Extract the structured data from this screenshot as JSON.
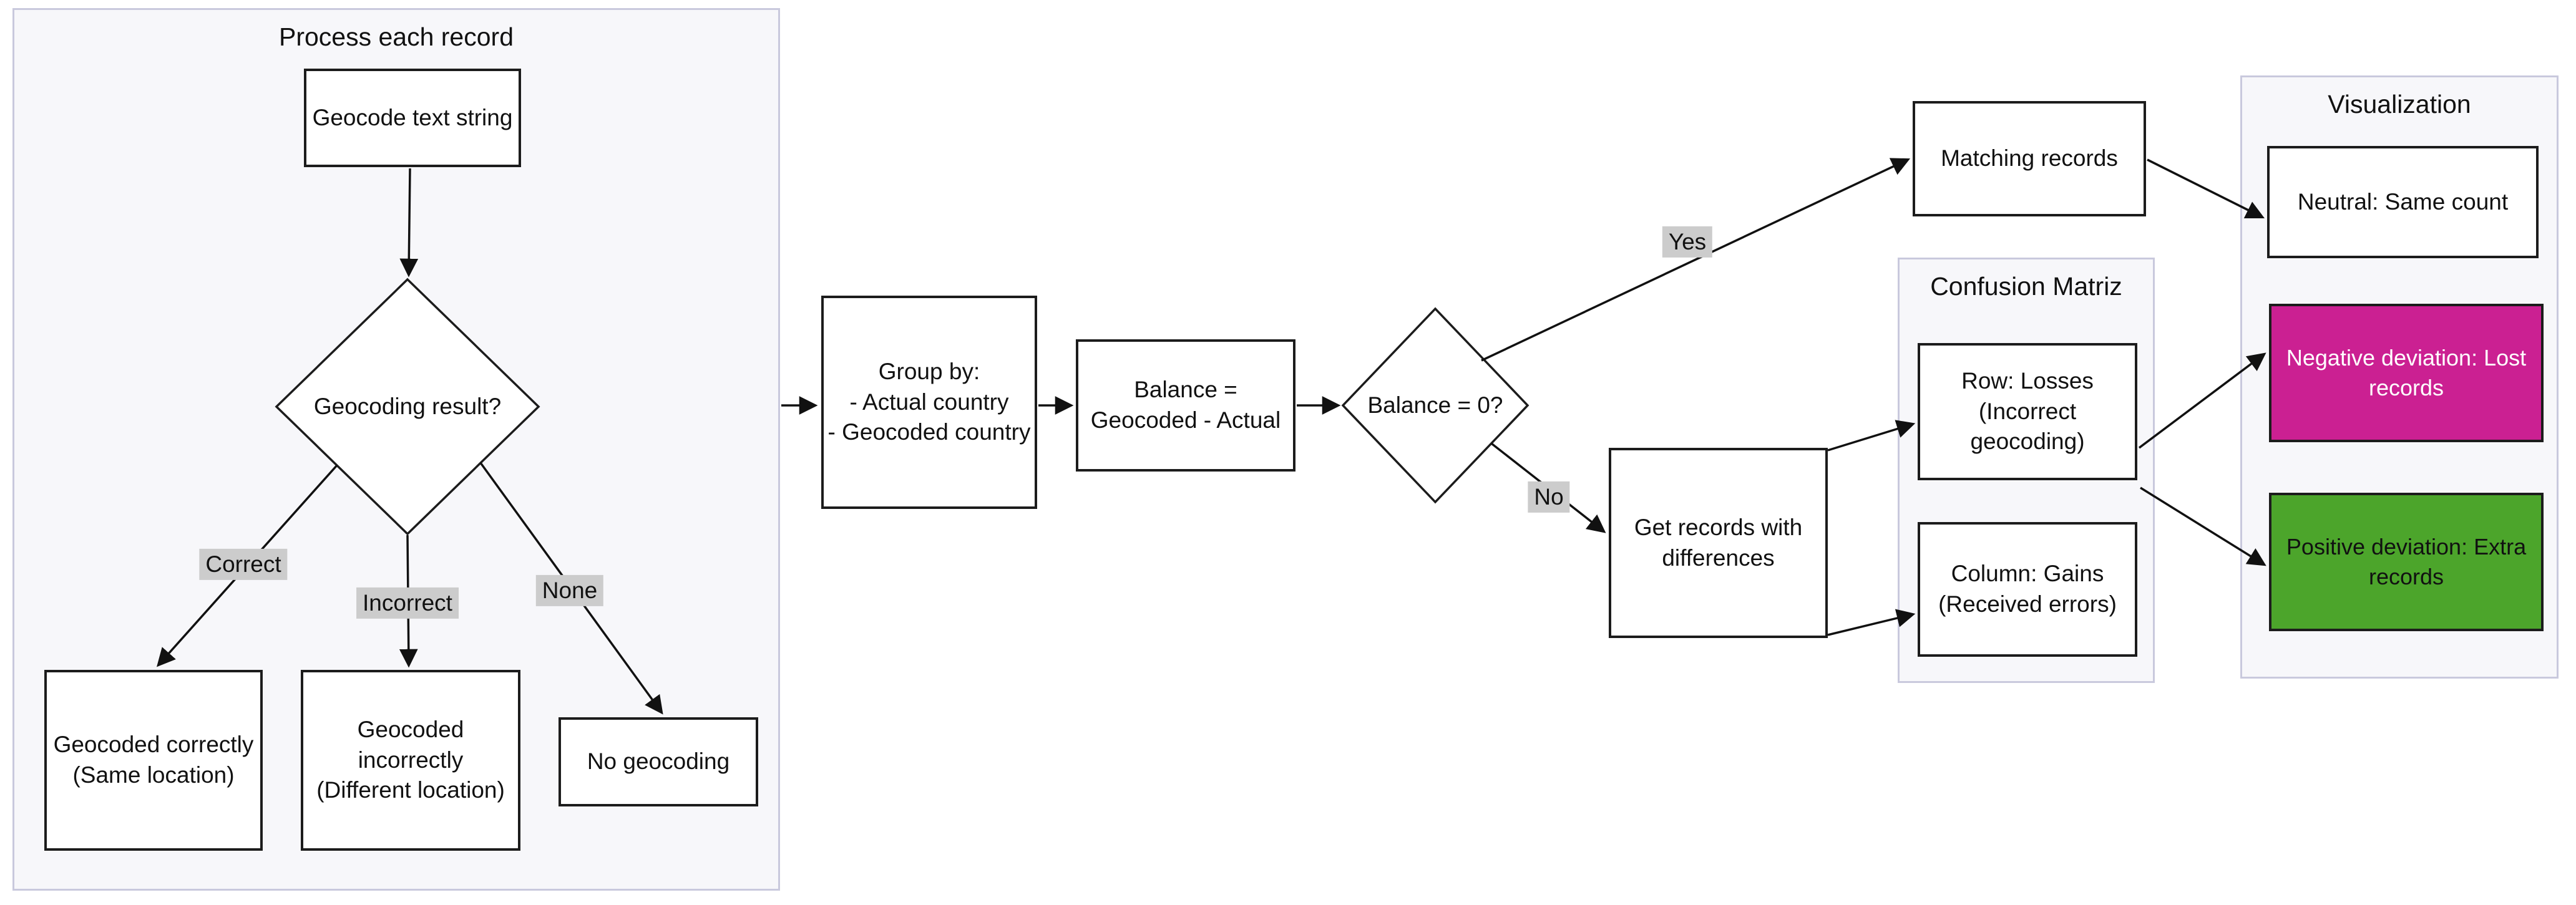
{
  "diagram": {
    "process": {
      "title": "Process each record"
    },
    "confusion": {
      "title": "Confusion Matriz"
    },
    "visualization": {
      "title": "Visualization"
    },
    "nodes": {
      "geocode_text": "Geocode text string",
      "geocoding_result": "Geocoding result?",
      "geocoded_correctly": "Geocoded correctly\n(Same location)",
      "geocoded_incorrectly": "Geocoded\nincorrectly\n(Different location)",
      "no_geocoding": "No geocoding",
      "group_by": "Group by:\n- Actual country\n- Geocoded country",
      "balance": "Balance =\nGeocoded - Actual",
      "balance_zero": "Balance = 0?",
      "matching_records": "Matching records",
      "get_records": "Get records with\ndifferences",
      "row_losses": "Row: Losses\n(Incorrect\ngeocoding)",
      "column_gains": "Column: Gains\n(Received errors)",
      "neutral": "Neutral: Same count",
      "negative": "Negative deviation: Lost\nrecords",
      "positive": "Positive deviation: Extra\nrecords"
    },
    "edge_labels": {
      "correct": "Correct",
      "incorrect": "Incorrect",
      "none": "None",
      "yes": "Yes",
      "no": "No"
    },
    "colors": {
      "negative_fill": "#cb2092",
      "positive_fill": "#4ca52b",
      "node_border": "#1c1c1c",
      "container_bg": "#f7f7fa",
      "container_border": "#c9c9dd",
      "edge_label_bg": "#cccccc"
    }
  }
}
